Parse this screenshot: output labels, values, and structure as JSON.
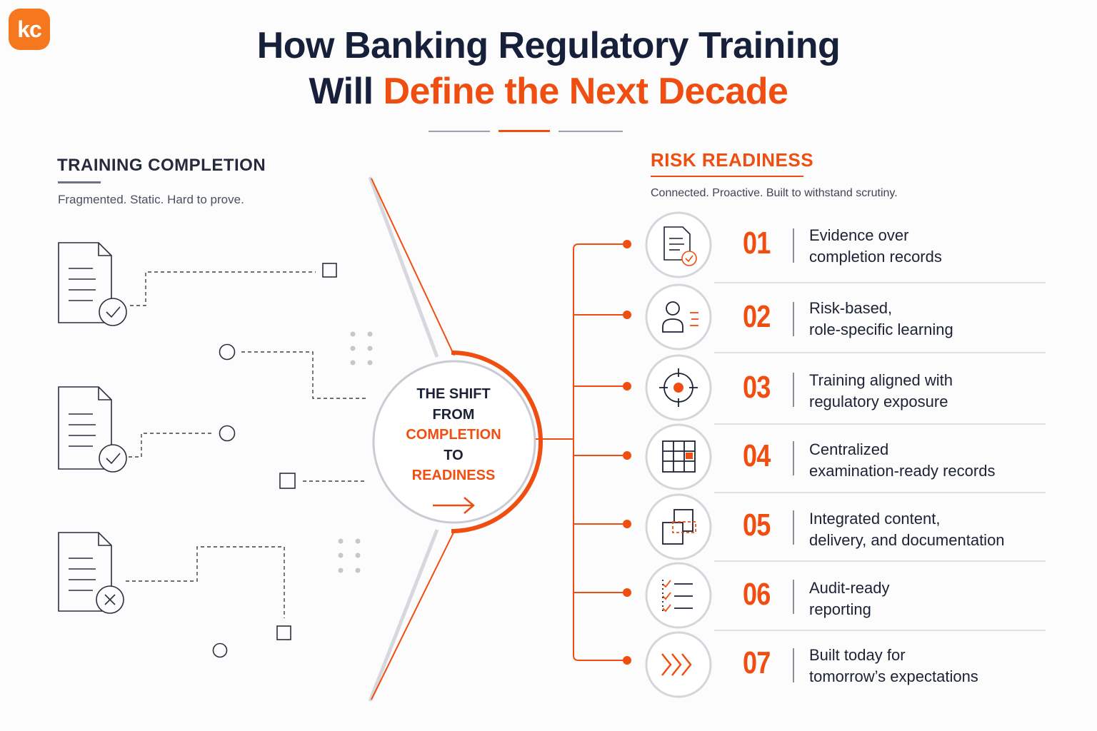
{
  "logo": {
    "text": "kc"
  },
  "title": {
    "line1": "How Banking Regulatory Training",
    "line2_prefix": "Will ",
    "line2_accent": "Define the Next Decade"
  },
  "left": {
    "heading": "TRAINING COMPLETION",
    "subheading": "Fragmented. Static. Hard to prove."
  },
  "center": {
    "line1": "THE SHIFT",
    "line2": "FROM",
    "line3": "COMPLETION",
    "line4": "TO",
    "line5": "READINESS"
  },
  "right": {
    "heading": "RISK READINESS",
    "subheading": "Connected. Proactive. Built to withstand scrutiny.",
    "items": [
      {
        "number": "01",
        "line1": "Evidence over",
        "line2": "completion records",
        "icon": "document-check-icon"
      },
      {
        "number": "02",
        "line1": "Risk-based,",
        "line2": "role-specific learning",
        "icon": "user-list-icon"
      },
      {
        "number": "03",
        "line1": "Training aligned with",
        "line2": "regulatory exposure",
        "icon": "target-icon"
      },
      {
        "number": "04",
        "line1": "Centralized",
        "line2": "examination-ready records",
        "icon": "grid-icon"
      },
      {
        "number": "05",
        "line1": "Integrated content,",
        "line2": "delivery, and documentation",
        "icon": "layers-icon"
      },
      {
        "number": "06",
        "line1": "Audit-ready",
        "line2": "reporting",
        "icon": "checklist-icon"
      },
      {
        "number": "07",
        "line1": "Built today for",
        "line2": "tomorrow’s expectations",
        "icon": "chevrons-right-icon"
      }
    ]
  },
  "colors": {
    "accent": "#f04e10",
    "navy": "#16203a",
    "gray_line": "#4a5060",
    "light_gray": "#c9ccd3"
  }
}
